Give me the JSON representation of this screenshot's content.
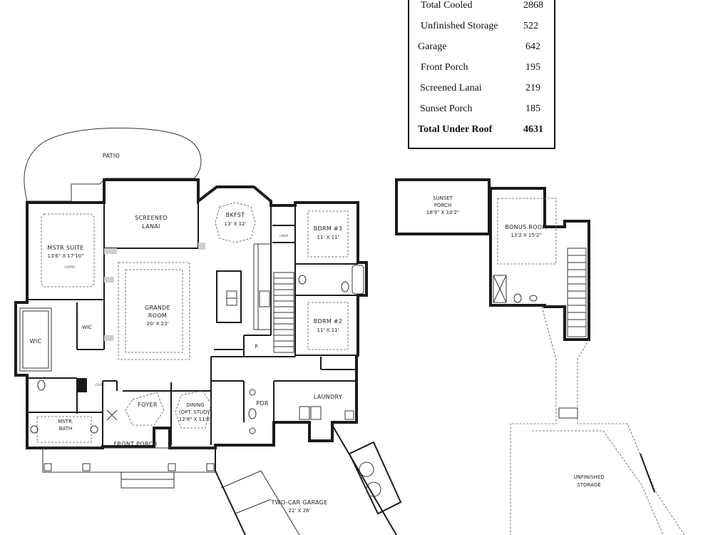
{
  "area_table": {
    "rows": [
      {
        "label": "Total Cooled",
        "value": "2868"
      },
      {
        "label": "Unfinished Storage",
        "value": "522"
      },
      {
        "label": "Garage",
        "value": "642"
      },
      {
        "label": "Front Porch",
        "value": "195"
      },
      {
        "label": "Screened Lanai",
        "value": "219"
      },
      {
        "label": "Sunset Porch",
        "value": "185"
      },
      {
        "label": "Total Under Roof",
        "value": "4631"
      }
    ]
  },
  "rooms": {
    "patio": "PATIO",
    "screened_lanai_1": "SCREENED",
    "screened_lanai_2": "LANAI",
    "bkfst": "BKFST",
    "bkfst_dim": "13' X 12'",
    "bdrm3": "BDRM #3",
    "bdrm3_dim": "11' X 11'",
    "linen": "LINEN",
    "mstr_suite": "MSTR SUITE",
    "mstr_suite_dim": "13'6\" X 17'10\"",
    "carpet": "CARPET",
    "grande_1": "GRANDE",
    "grande_2": "ROOM",
    "grande_dim": "20' X 23'",
    "wic_left": "WIC",
    "wic_right": "WIC",
    "bdrm2": "BDRM #2",
    "bdrm2_dim": "11' X 11'",
    "pantry": "P.",
    "coats": "COATS",
    "foyer": "FOYER",
    "dining_1": "DINING",
    "dining_2": "(OPT. STUDY)",
    "dining_dim": "12'8\" X 11'6\"",
    "pdr": "PDR",
    "laundry": "LAUNDRY",
    "mstr_bath_1": "MSTR.",
    "mstr_bath_2": "BATH",
    "front_porch": "FRONT PORCH",
    "garage_1": "TWO-CAR GARAGE",
    "garage_dim": "22' X 26'",
    "sunset_1": "SUNSET",
    "sunset_2": "PORCH",
    "sunset_dim": "16'9\" X 10'2\"",
    "bonus": "BONUS ROOM",
    "bonus_dim": "13'2 X 15'2\"",
    "storage_1": "UNFINISHED",
    "storage_2": "STORAGE"
  }
}
